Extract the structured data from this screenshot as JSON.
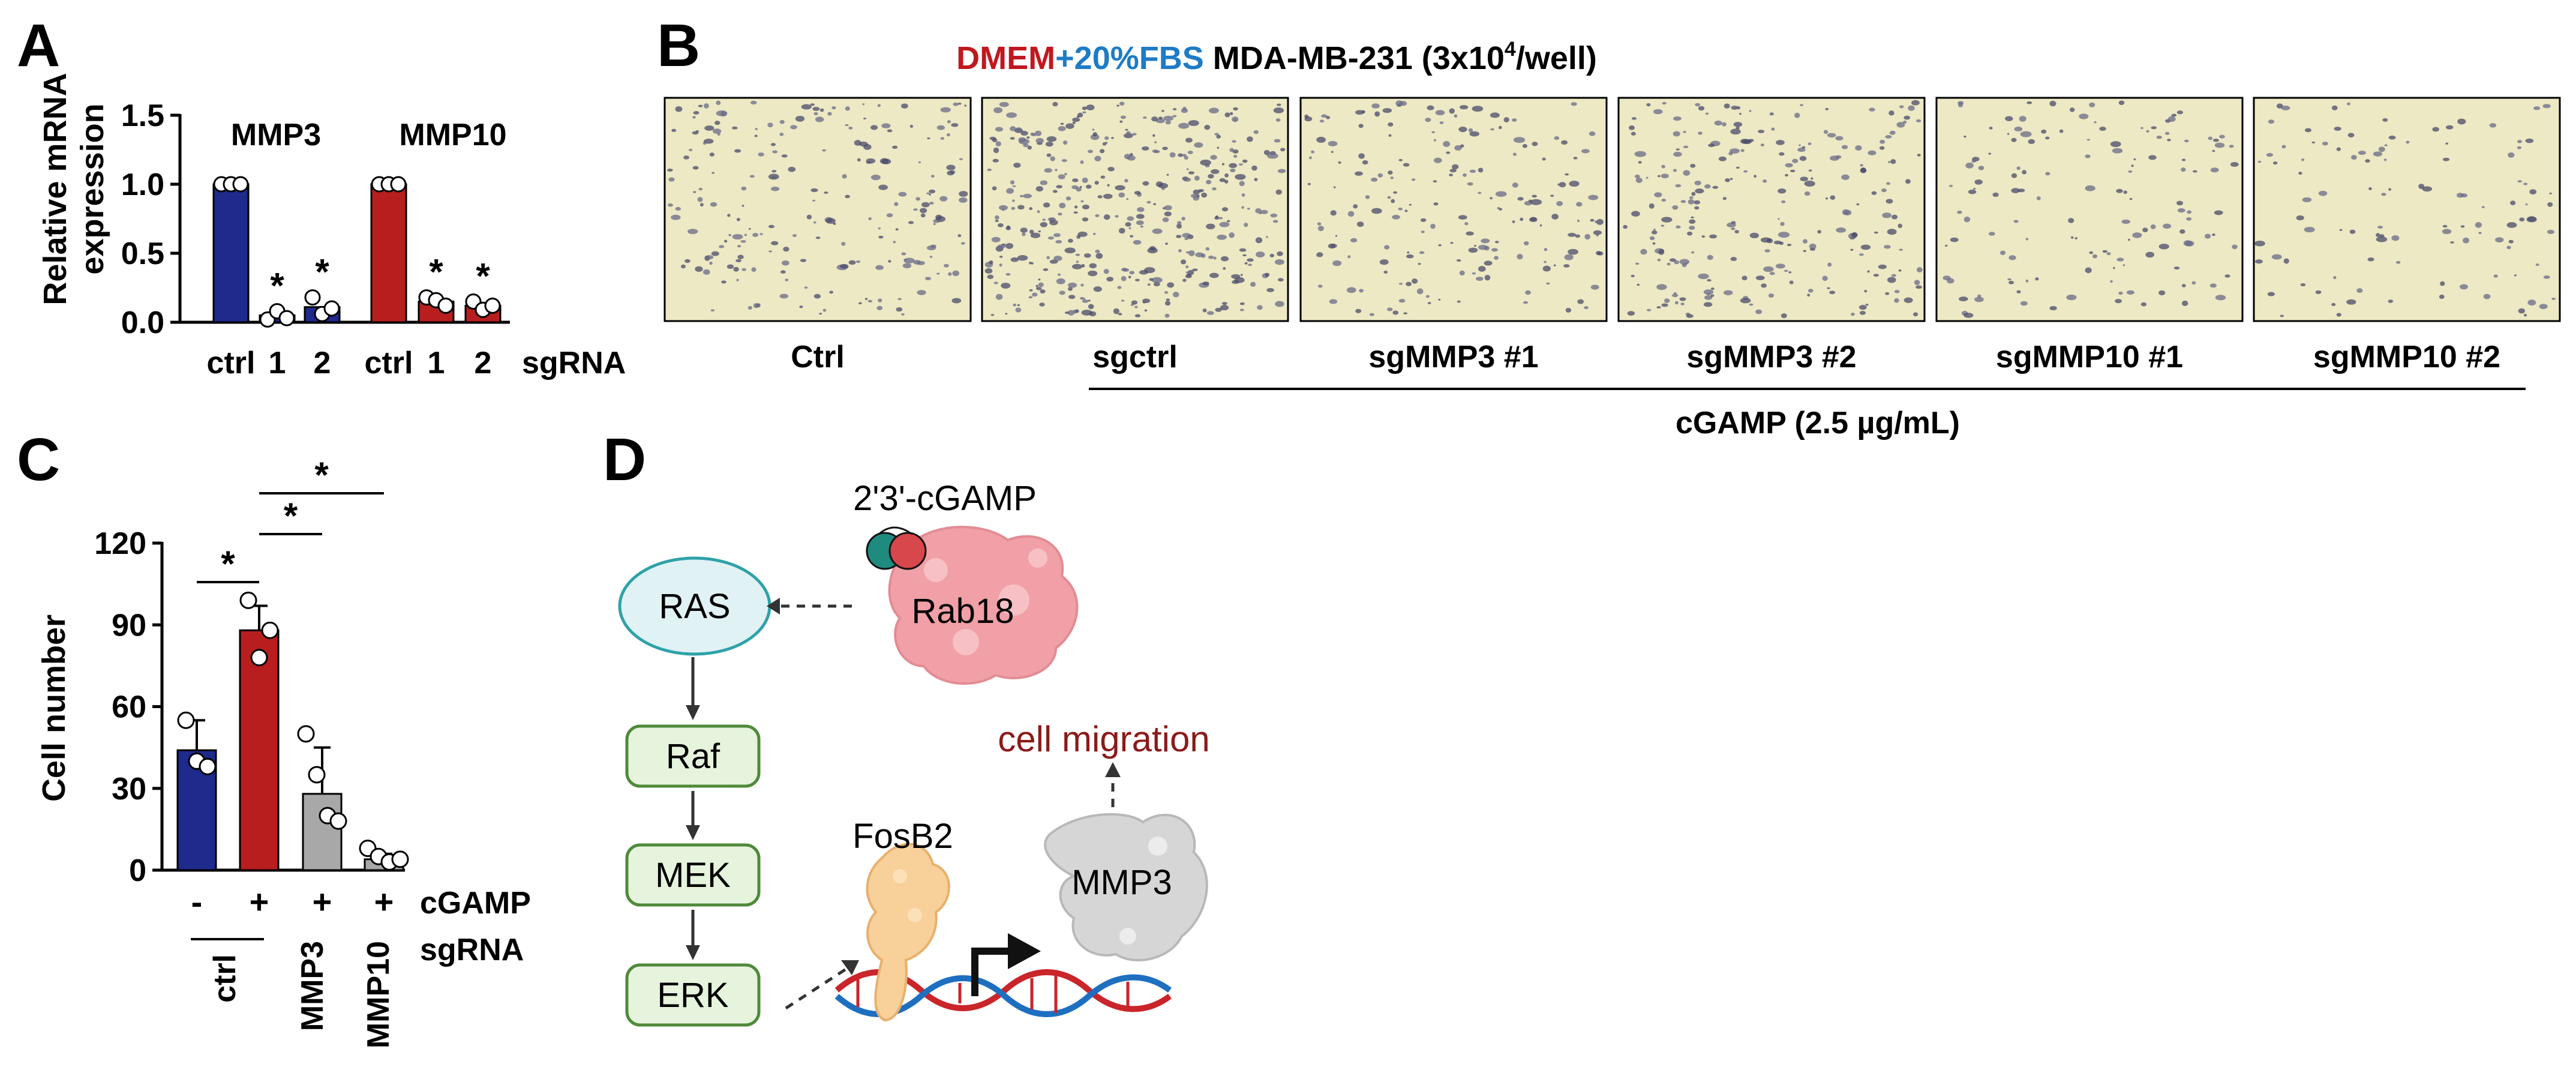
{
  "panels": {
    "A": {
      "letter": "A",
      "ylabel_line1": "Relative mRNA",
      "ylabel_line2": "expression",
      "yticks": [
        "1.5",
        "1.0",
        "0.5",
        "0.0"
      ],
      "groups": [
        "MMP3",
        "MMP10"
      ],
      "xlabels": [
        "ctrl",
        "1",
        "2",
        "ctrl",
        "1",
        "2"
      ],
      "xlabel_suffix": "sgRNA",
      "star": "*"
    },
    "B": {
      "letter": "B",
      "header_part1": "DMEM",
      "header_part2": "+",
      "header_part3": "20%FBS",
      "header_part4": "MDA-MB-231 (3x10",
      "header_sup": "4",
      "header_part5": "/well)",
      "image_labels": [
        "Ctrl",
        "sgctrl",
        "sgMMP3 #1",
        "sgMMP3 #2",
        "sgMMP10 #1",
        "sgMMP10 #2"
      ],
      "treatment_label": "cGAMP (2.5 µg/mL)"
    },
    "C": {
      "letter": "C",
      "ylabel": "Cell number",
      "yticks": [
        "120",
        "90",
        "60",
        "30",
        "0"
      ],
      "cgamp_signs": [
        "-",
        "+",
        "+",
        "+"
      ],
      "cgamp_label": "cGAMP",
      "sgrna_label": "sgRNA",
      "sgrna_groups": [
        "ctrl",
        "MMP3",
        "MMP10"
      ],
      "star": "*"
    },
    "D": {
      "letter": "D",
      "cgamp": "2'3'-cGAMP",
      "rab18": "Rab18",
      "ras": "RAS",
      "raf": "Raf",
      "mek": "MEK",
      "erk": "ERK",
      "fosb2": "FosB2",
      "mmp3": "MMP3",
      "cell_migration": "cell migration"
    }
  },
  "colors": {
    "navy": "#1e2a8c",
    "red": "#b81e1e",
    "gray": "#a8a8a8",
    "header_red": "#c0181e",
    "header_blue": "#1e7bc6",
    "migration_red": "#8b1a1a",
    "node_fill": "#e6f4dd",
    "node_stroke": "#4f8a3a",
    "ras_fill": "#e0f2f4",
    "ras_stroke": "#2ea2a8",
    "micrograph_bg": "#ece9c4"
  },
  "chart_data": [
    {
      "panel": "A",
      "type": "bar",
      "categories": [
        "ctrl",
        "1",
        "2",
        "ctrl",
        "1",
        "2"
      ],
      "groups": [
        "MMP3",
        "MMP3",
        "MMP3",
        "MMP10",
        "MMP10",
        "MMP10"
      ],
      "values": [
        1.0,
        0.05,
        0.11,
        1.0,
        0.15,
        0.12
      ],
      "points": [
        [
          1.0,
          1.0,
          1.0
        ],
        [
          0.02,
          0.08,
          0.03
        ],
        [
          0.18,
          0.06,
          0.1
        ],
        [
          1.0,
          1.0,
          1.0
        ],
        [
          0.18,
          0.16,
          0.12
        ],
        [
          0.15,
          0.09,
          0.12
        ]
      ],
      "significant": [
        false,
        true,
        true,
        false,
        true,
        true
      ],
      "ylabel": "Relative mRNA expression",
      "xlabel": "sgRNA",
      "ylim": [
        0,
        1.5
      ]
    },
    {
      "panel": "C",
      "type": "bar",
      "categories": [
        "ctrl -cGAMP",
        "ctrl +cGAMP",
        "MMP3 +cGAMP",
        "MMP10 +cGAMP"
      ],
      "values": [
        44,
        88,
        28,
        4
      ],
      "errors": [
        11,
        9,
        17,
        2
      ],
      "points": [
        [
          55,
          40,
          38
        ],
        [
          99,
          78,
          88
        ],
        [
          50,
          35,
          20,
          18
        ],
        [
          8,
          5,
          3,
          4
        ]
      ],
      "ylabel": "Cell number",
      "ylim": [
        0,
        120
      ],
      "significance": [
        [
          0,
          1
        ],
        [
          1,
          2
        ],
        [
          1,
          3
        ]
      ]
    }
  ]
}
